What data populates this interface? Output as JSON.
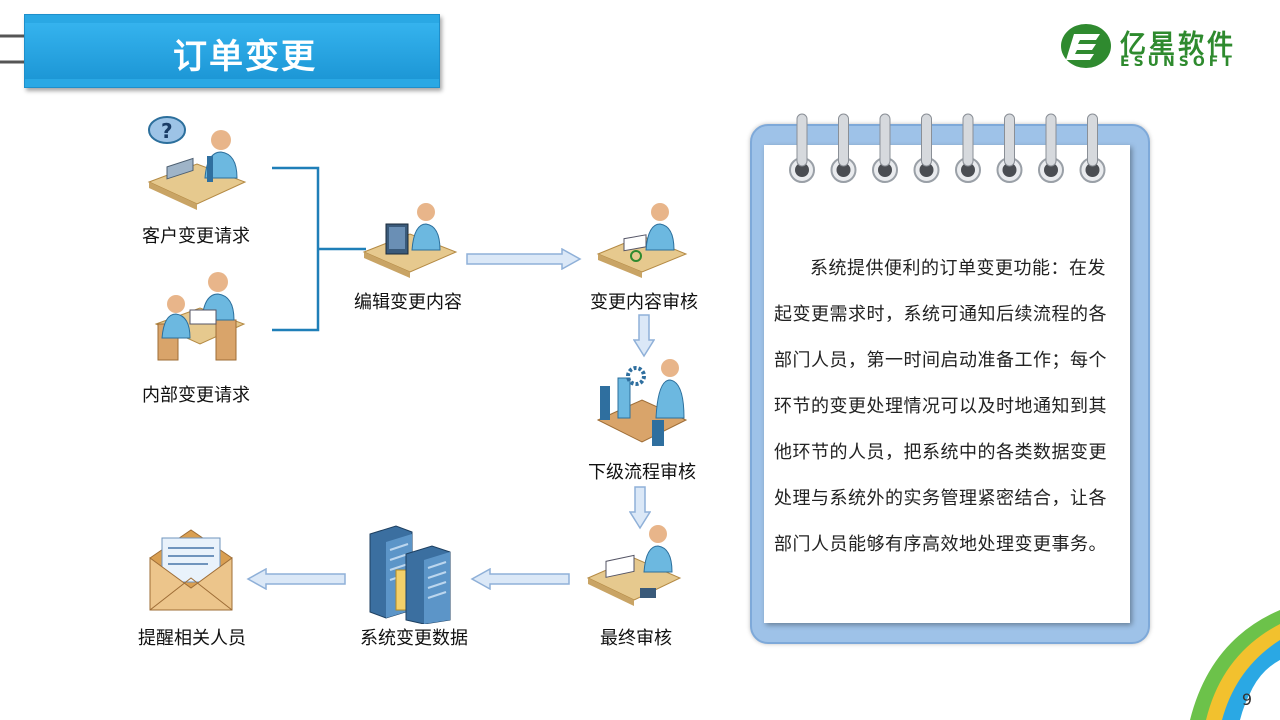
{
  "header": {
    "title": "订单变更"
  },
  "logo": {
    "name_cn": "亿星软件",
    "name_en": "ESUNSOFT",
    "icon": "esunsoft-logo-icon"
  },
  "flow": {
    "customer_request": "客户变更请求",
    "internal_request": "内部变更请求",
    "edit_content": "编辑变更内容",
    "content_review": "变更内容审核",
    "subordinate_review": "下级流程审核",
    "final_review": "最终审核",
    "system_data": "系统变更数据",
    "notify_personnel": "提醒相关人员"
  },
  "note": {
    "text": "系统提供便利的订单变更功能：在发起变更需求时，系统可通知后续流程的各部门人员，第一时间启动准备工作；每个环节的变更处理情况可以及时地通知到其他环节的人员，把系统中的各类数据变更处理与系统外的实务管理紧密结合，让各部门人员能够有序高效地处理变更事务。"
  },
  "footer": {
    "page_number": "9"
  },
  "colors": {
    "banner": "#2aa8e4",
    "connector": "#1f7fb8",
    "arrow": "#dbe8f7",
    "notebook": "#9ec2e8"
  }
}
